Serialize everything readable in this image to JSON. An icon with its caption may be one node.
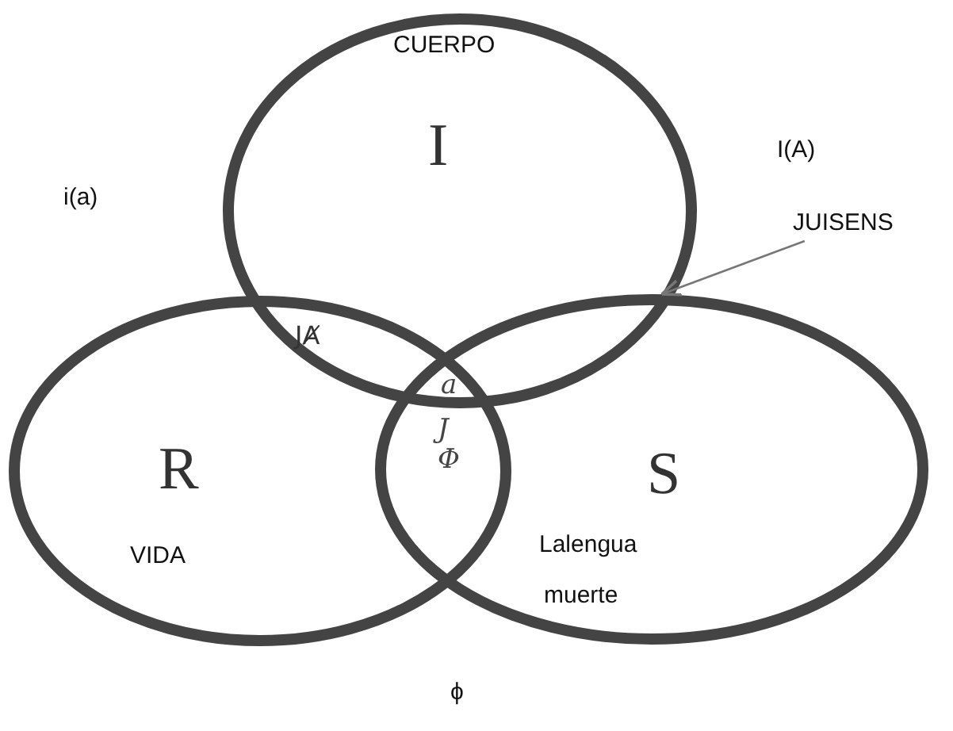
{
  "diagram": {
    "nodes": [
      {
        "text": [
          "CUERPO",
          "I"
        ]
      },
      {
        "text": [
          "R",
          "VIDA"
        ]
      },
      {
        "text": [
          "S",
          "Lalengua",
          "muerte"
        ]
      },
      {
        "text": [
          "JUISENS"
        ]
      }
    ],
    "edges": [
      {
        "from": 3,
        "to": 2,
        "arrow": "to"
      }
    ],
    "labels": [
      "i(a)",
      "I(A)",
      "JȺ",
      "a",
      "J Φ",
      "ϕ"
    ]
  }
}
